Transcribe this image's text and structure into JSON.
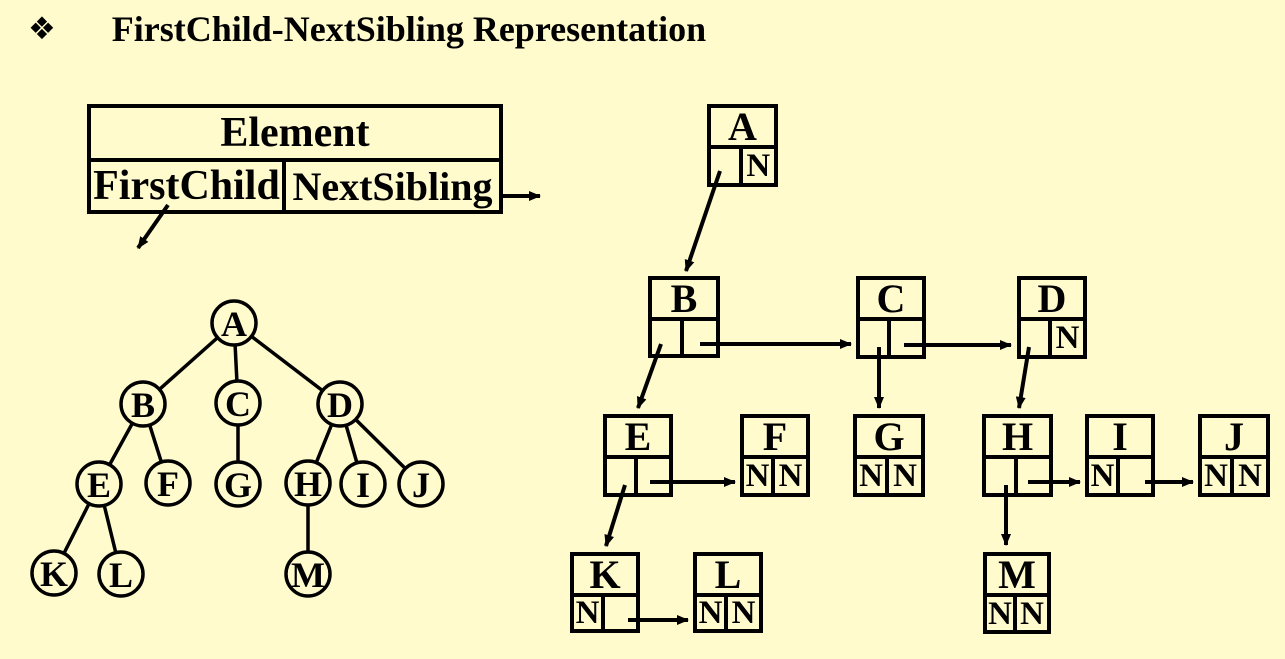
{
  "title": {
    "bullet_icon": "❖",
    "text": "FirstChild-NextSibling Representation"
  },
  "record_box": {
    "element_label": "Element",
    "first_child_label": "FirstChild",
    "next_sibling_label": "NextSibling"
  },
  "null_symbol": "N",
  "colors": {
    "background": "#FFFBCD",
    "ink": "#000000"
  },
  "tree": {
    "nodes": [
      {
        "label": "A"
      },
      {
        "label": "B"
      },
      {
        "label": "C"
      },
      {
        "label": "D"
      },
      {
        "label": "E"
      },
      {
        "label": "F"
      },
      {
        "label": "G"
      },
      {
        "label": "H"
      },
      {
        "label": "I"
      },
      {
        "label": "J"
      },
      {
        "label": "K"
      },
      {
        "label": "L"
      },
      {
        "label": "M"
      }
    ],
    "children": {
      "A": [
        "B",
        "C",
        "D"
      ],
      "B": [
        "E",
        "F"
      ],
      "C": [
        "G"
      ],
      "D": [
        "H",
        "I",
        "J"
      ],
      "E": [
        "K",
        "L"
      ],
      "H": [
        "M"
      ]
    }
  },
  "list": {
    "nodes": [
      {
        "label": "A",
        "first_child": "",
        "next_sibling": "N"
      },
      {
        "label": "B",
        "first_child": "",
        "next_sibling": ""
      },
      {
        "label": "C",
        "first_child": "",
        "next_sibling": ""
      },
      {
        "label": "D",
        "first_child": "",
        "next_sibling": "N"
      },
      {
        "label": "E",
        "first_child": "",
        "next_sibling": ""
      },
      {
        "label": "F",
        "first_child": "N",
        "next_sibling": "N"
      },
      {
        "label": "G",
        "first_child": "N",
        "next_sibling": "N"
      },
      {
        "label": "H",
        "first_child": "",
        "next_sibling": ""
      },
      {
        "label": "I",
        "first_child": "N",
        "next_sibling": ""
      },
      {
        "label": "J",
        "first_child": "N",
        "next_sibling": "N"
      },
      {
        "label": "K",
        "first_child": "N",
        "next_sibling": ""
      },
      {
        "label": "L",
        "first_child": "N",
        "next_sibling": "N"
      },
      {
        "label": "M",
        "first_child": "N",
        "next_sibling": "N"
      }
    ]
  }
}
